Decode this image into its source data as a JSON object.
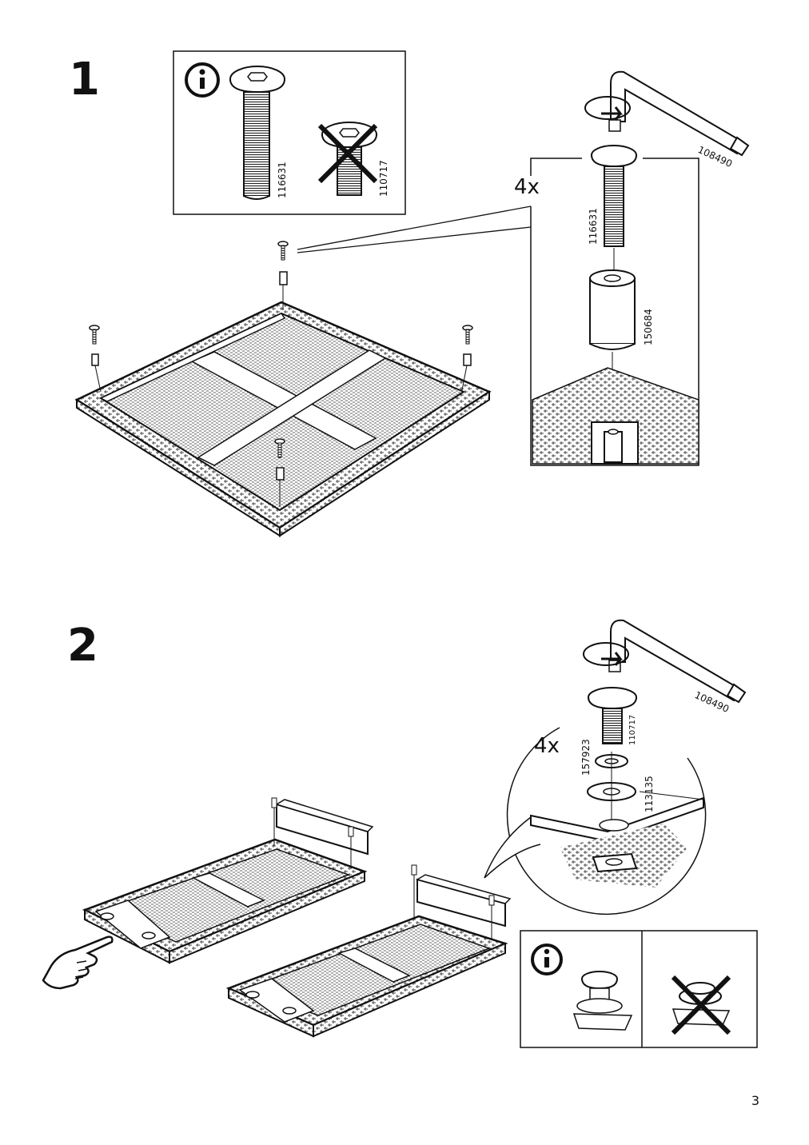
{
  "page_number": "3",
  "step1": {
    "number": "1",
    "info_box": {
      "icon": "info-icon",
      "correct_part": "116631",
      "wrong_part": "110717"
    },
    "quantity": "4x",
    "detail_parts": {
      "screw": "116631",
      "spacer": "150684",
      "key": "108490"
    }
  },
  "step2": {
    "number": "2",
    "quantity": "4x",
    "detail_parts": {
      "key": "108490",
      "screw": "110717",
      "spring_washer": "157923",
      "washer": "113135"
    },
    "info_box": {
      "icon": "info-icon"
    },
    "hand_icon": "pointing-hand-icon"
  }
}
